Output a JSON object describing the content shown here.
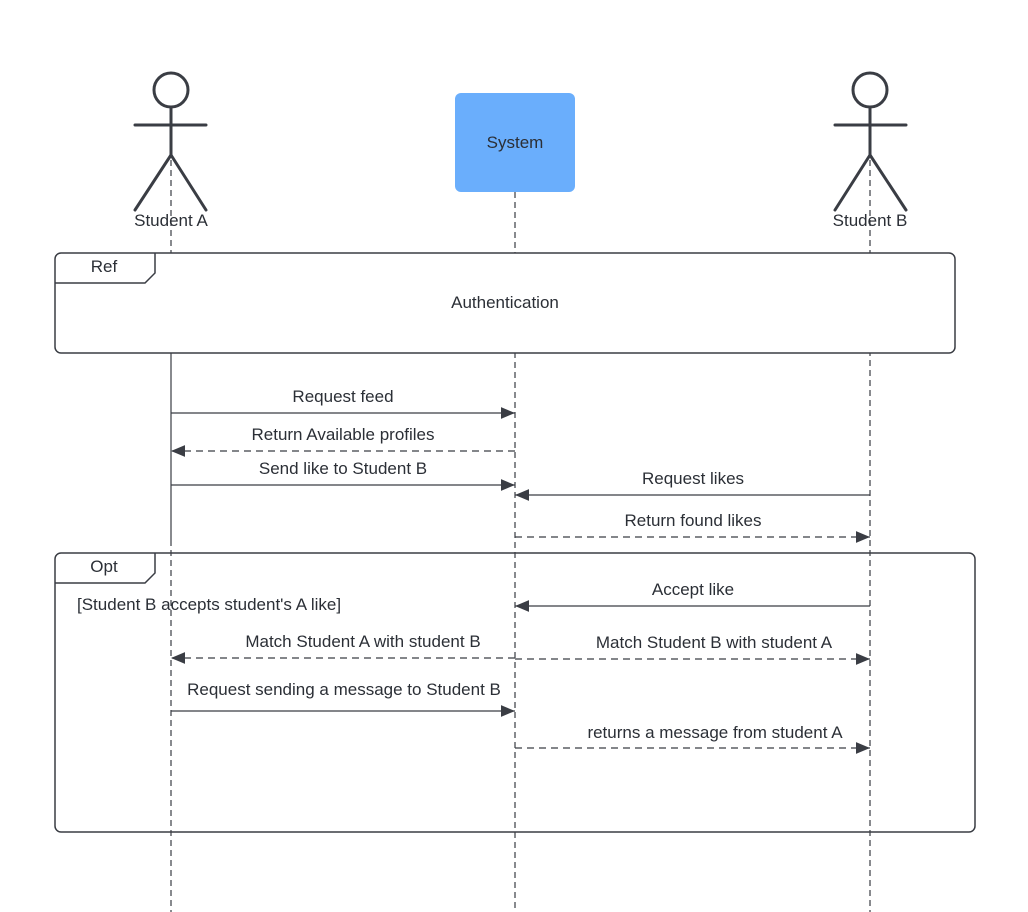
{
  "colors": {
    "ink": "#3a3d44",
    "system_fill": "#6aaefc",
    "background": "#ffffff"
  },
  "participants": {
    "student_a": {
      "label": "Student A",
      "kind": "actor"
    },
    "system": {
      "label": "System",
      "kind": "box"
    },
    "student_b": {
      "label": "Student B",
      "kind": "actor"
    }
  },
  "fragments": {
    "ref": {
      "operator": "Ref",
      "text": "Authentication"
    },
    "opt": {
      "operator": "Opt",
      "guard": "[Student B accepts student's A like]"
    }
  },
  "messages": [
    {
      "label": "Request feed",
      "from": "student_a",
      "to": "system",
      "style": "solid"
    },
    {
      "label": "Return Available profiles",
      "from": "system",
      "to": "student_a",
      "style": "dashed"
    },
    {
      "label": "Send like to Student B",
      "from": "student_a",
      "to": "system",
      "style": "solid"
    },
    {
      "label": "Request likes",
      "from": "student_b",
      "to": "system",
      "style": "solid"
    },
    {
      "label": "Return found likes",
      "from": "system",
      "to": "student_b",
      "style": "dashed"
    },
    {
      "label": "Accept like",
      "from": "student_b",
      "to": "system",
      "style": "solid"
    },
    {
      "label": "Match Student A with student B",
      "from": "system",
      "to": "student_a",
      "style": "dashed"
    },
    {
      "label": "Match Student B with student A",
      "from": "system",
      "to": "student_b",
      "style": "dashed"
    },
    {
      "label": "Request sending a message to Student B",
      "from": "student_a",
      "to": "system",
      "style": "solid"
    },
    {
      "label": "returns a message from student A",
      "from": "system",
      "to": "student_b",
      "style": "dashed"
    }
  ]
}
